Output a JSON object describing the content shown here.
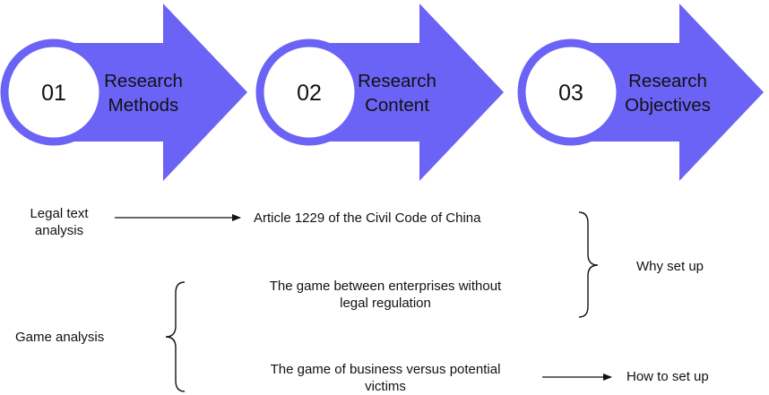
{
  "colors": {
    "arrow_fill": "#6b63f5",
    "circle_stroke": "#6b63f5",
    "circle_fill": "#ffffff",
    "line": "#111111"
  },
  "steps": [
    {
      "number": "01",
      "title_line1": "Research",
      "title_line2": "Methods"
    },
    {
      "number": "02",
      "title_line1": "Research",
      "title_line2": "Content"
    },
    {
      "number": "03",
      "title_line1": "Research",
      "title_line2": "Objectives"
    }
  ],
  "methods": {
    "legal_text_line1": "Legal text",
    "legal_text_line2": "analysis",
    "game_analysis": "Game analysis"
  },
  "content": {
    "article": "Article 1229 of the Civil Code of China",
    "game_enterprises_line1": "The game between enterprises without",
    "game_enterprises_line2": "legal regulation",
    "game_business_line1": "The game of business versus potential",
    "game_business_line2": "victims"
  },
  "objectives": {
    "why": "Why set up",
    "how": "How to set up"
  }
}
